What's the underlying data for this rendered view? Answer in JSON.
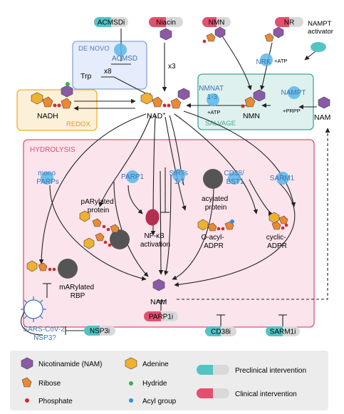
{
  "colors": {
    "preclinical": "#52c4c4",
    "clinical": "#e2506e",
    "nam": "#8a5aa6",
    "adenine": "#f0b030",
    "ribose": "#ee8830",
    "phosphate": "#cc2c2c",
    "hydride": "#3cb043",
    "acyl": "#2f8fe0",
    "enzyme": "#5bb8ea",
    "denovo_fill": "#e5ecfb",
    "redox_fill": "#fdf0d8",
    "salvage_fill": "#dff1ee",
    "hydrolysis_fill": "#fbe4ec"
  },
  "drugs": {
    "acmsdi": "ACMSDi",
    "niacin": "Niacin",
    "nmn": "NMN",
    "nr": "NR",
    "nampt_activator": "NAMPT\nactivator",
    "nsp3i": "NSP3i",
    "parp1i": "PARP1i",
    "cd38i": "CD38i",
    "sarm1i": "SARM1i"
  },
  "boxes": {
    "denovo": "DE NOVO",
    "redox": "REDOX",
    "salvage": "SALVAGE",
    "hydrolysis": "HYDROLYSIS"
  },
  "molecules": {
    "nadh": "NADH",
    "nad": "NAD",
    "nad_sup": "+",
    "nmn": "NMN",
    "nam_top": "NAM",
    "nam_bottom": "NAM",
    "trp": "Trp",
    "x8": "x8",
    "x3": "x3"
  },
  "enzymes": {
    "acmsd": "ACMSD",
    "nrk": "NRK",
    "nmnat": "NMNAT\n1-3",
    "nampt": "NAMPT",
    "mono_parps": "mono\nPARPs",
    "parp1": "PARP1",
    "sirts": "SIRTs\n1-7",
    "cd38": "CD38/\nBST1",
    "sarm1": "SARM1"
  },
  "cofactors": {
    "nrk_atp": "+ATP",
    "nmnat_atp": "+ATP",
    "nampt_prpp": "+PRPP"
  },
  "products": {
    "parylated": "pARylated\nprotein",
    "acylated": "acylated\nprotein",
    "nfkb": "NF-κB\nactivation",
    "oacyl": "O-acyl-\nADPR",
    "cyclic": "cyclic-\nADPR",
    "marylated": "mARylated\nRBP",
    "sars": "SARS-CoV-2\nNSP3?"
  },
  "legend": {
    "nam": "Nicotinamide (NAM)",
    "adenine": "Adenine",
    "ribose": "Ribose",
    "hydride": "Hydride",
    "phosphate": "Phosphate",
    "acyl": "Acyl group",
    "preclinical": "Preclinical intervention",
    "clinical": "Clinical intervention"
  }
}
